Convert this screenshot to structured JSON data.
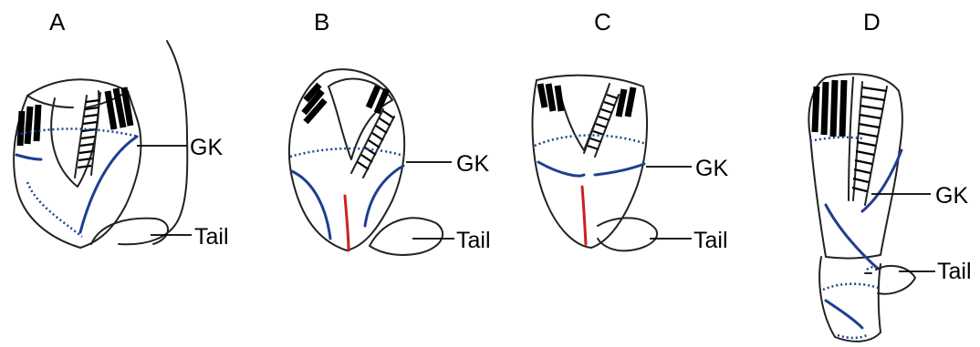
{
  "panels": [
    {
      "letter": "A",
      "labels": {
        "gk": "GK",
        "tail": "Tail"
      }
    },
    {
      "letter": "B",
      "labels": {
        "gk": "GK",
        "tail": "Tail"
      }
    },
    {
      "letter": "C",
      "labels": {
        "gk": "GK",
        "tail": "Tail"
      }
    },
    {
      "letter": "D",
      "labels": {
        "gk": "GK",
        "tail": "Tail"
      }
    }
  ],
  "colors": {
    "outline": "#222222",
    "blue_line": "#1f3f8f",
    "red_line": "#cc2020"
  }
}
